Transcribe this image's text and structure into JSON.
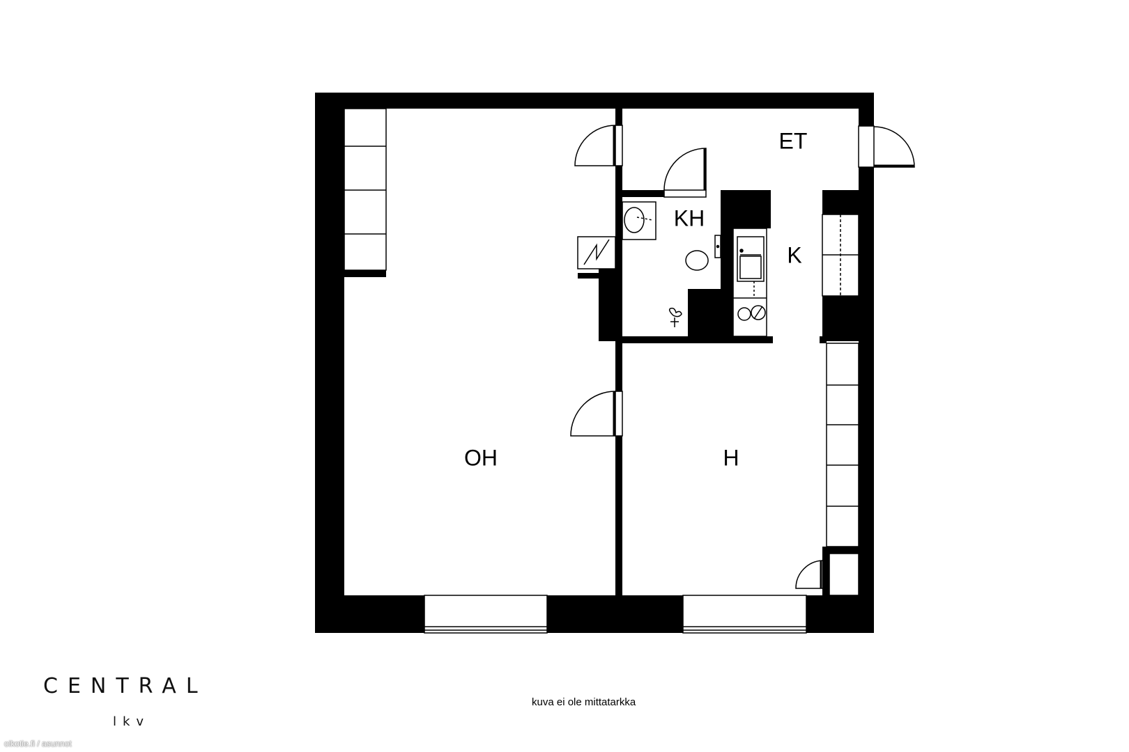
{
  "rooms": {
    "et": "ET",
    "kh": "KH",
    "k": "K",
    "oh": "OH",
    "h": "H"
  },
  "brand": {
    "name": "CENTRAL",
    "sub": "lkv"
  },
  "note": "kuva ei ole mittatarkka",
  "watermark": "oikotie.fi / asunnot",
  "colors": {
    "wall": "#000000",
    "background": "#ffffff"
  }
}
